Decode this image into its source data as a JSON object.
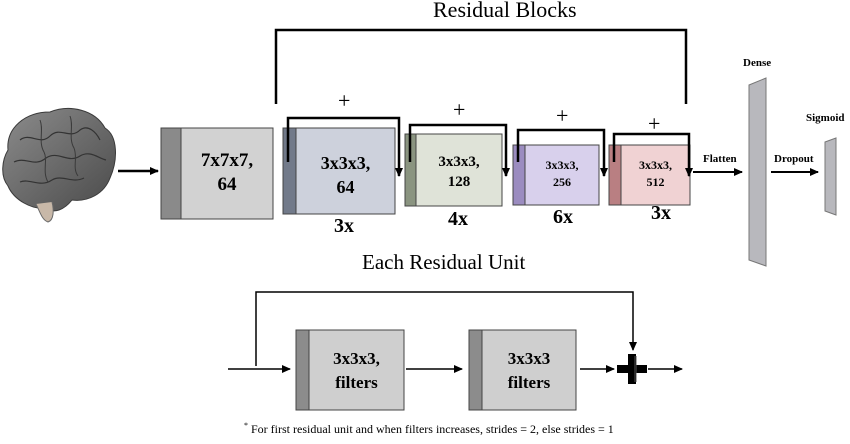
{
  "titles": {
    "residual_blocks": "Residual Blocks",
    "each_residual_unit": "Each Residual Unit"
  },
  "input": {
    "icon": "brain-icon"
  },
  "stem": {
    "line1": "7x7x7,",
    "line2": "64"
  },
  "blocks": [
    {
      "line1": "3x3x3,",
      "line2": "64",
      "multiplier": "3x",
      "plus": "+",
      "color": "#727a8a"
    },
    {
      "line1": "3x3x3,",
      "line2": "128",
      "multiplier": "4x",
      "plus": "+",
      "color": "#8a9480"
    },
    {
      "line1": "3x3x3,",
      "line2": "256",
      "multiplier": "6x",
      "plus": "+",
      "color": "#9b8cc0"
    },
    {
      "line1": "3x3x3,",
      "line2": "512",
      "multiplier": "3x",
      "plus": "+",
      "color": "#b97f82"
    }
  ],
  "head": {
    "flatten": "Flatten",
    "dense": "Dense",
    "dropout": "Dropout",
    "sigmoid": "Sigmoid"
  },
  "unit": {
    "box1_line1": "3x3x3,",
    "box1_line2": "filters",
    "box2_line1": "3x3x3",
    "box2_line2": "filters",
    "add_icon": "plus-icon"
  },
  "footnote": {
    "marker": "*",
    "text": " For first residual unit and when filters increases, strides = 2, else strides = 1"
  },
  "colors": {
    "stem_front": "#d2d2d2",
    "stem_side": "#8a8a8a",
    "unit_front": "#cfcfcf",
    "unit_side": "#8c8c8c",
    "head_bar": "#b8b8bd"
  }
}
